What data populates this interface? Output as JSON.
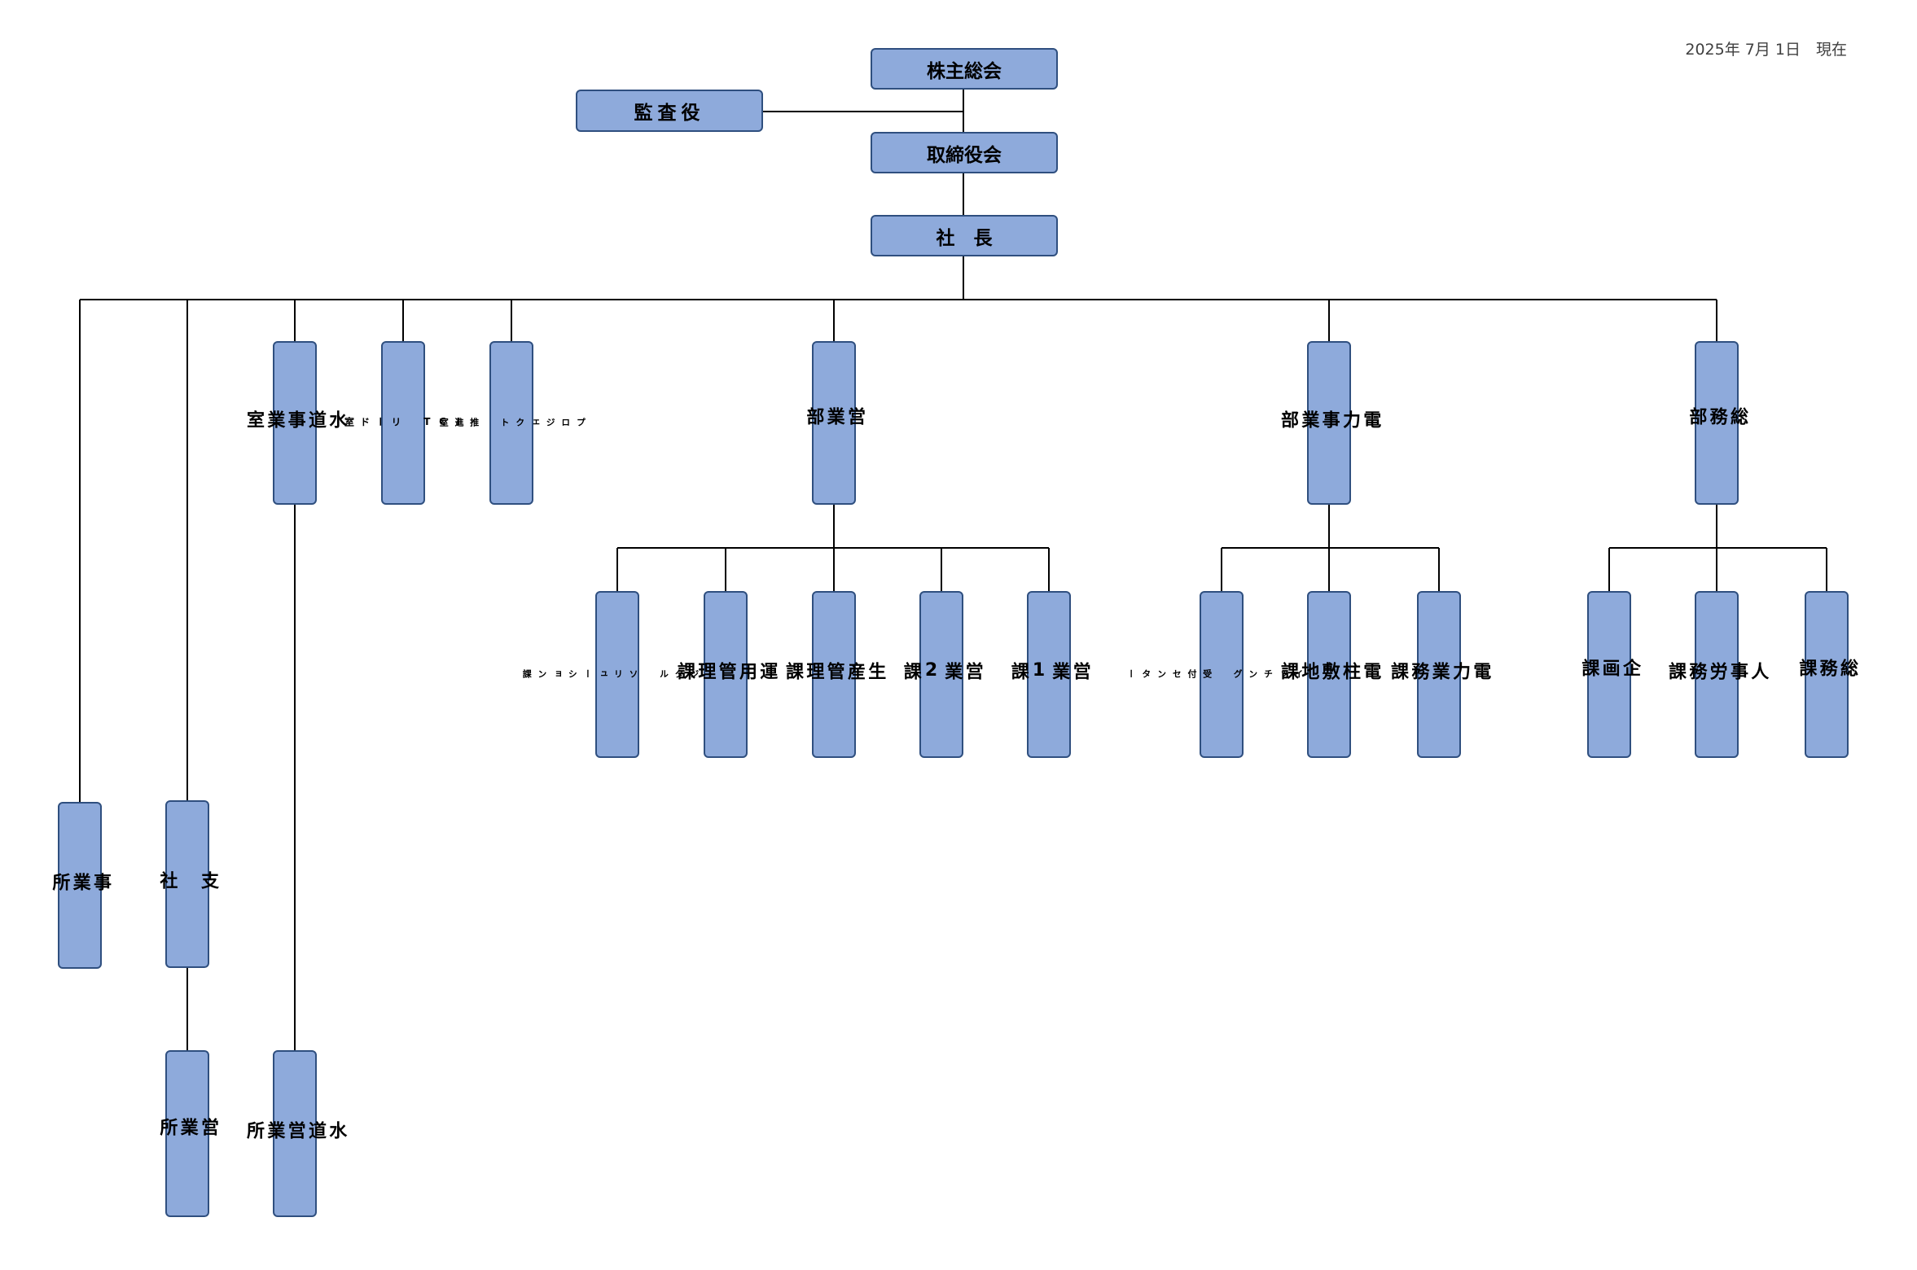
{
  "date_text": "2025年 7月 1日　現在",
  "top": {
    "shareholders": "株主総会",
    "auditor": "監査役",
    "board": "取締役会",
    "president": "社　長"
  },
  "depts": {
    "jigyosho": "事\n業\n所",
    "shisha": "支\n\n社",
    "suido": "水\n道\n事\n業\n室",
    "ict": "I\nC\nT\n\nリ\nー\nド\n室",
    "project": "プ\nロ\nジ\nェ\nク\nト\n\n推\n進\n室",
    "eigyo": "営\n業\n部",
    "denryoku": "電\n力\n事\n業\n部",
    "somu": "総\n務\n部"
  },
  "sub": {
    "eigyosho": "営\n業\n所",
    "suido_eigyosho": "水\n道\n営\n業\n所",
    "digital": "デ\nジ\nタ\nル\n\nソ\nリ\nュ\nー\nシ\nョ\nン\n課",
    "unyo": "運\n用\n管\n理\n課",
    "seisan": "生\n産\n管\n理\n課",
    "eigyo2": "営\n業\n2\n課",
    "eigyo1": "営\n業\n1\n課",
    "switching": "ス\nイ\nッ\nチ\nン\nグ\n\n受\n付\nセ\nン\nタ\nー",
    "denchu": "電\n柱\n敷\n地\n課",
    "denryoku_gyomu": "電\n力\n業\n務\n課",
    "kikaku": "企\n画\n課",
    "jinji": "人\n事\n労\n務\n課",
    "somuka": "総\n務\n課"
  },
  "colors": {
    "box_fill": "#8eaadb",
    "box_border": "#2f4f7f",
    "line": "#000000"
  }
}
